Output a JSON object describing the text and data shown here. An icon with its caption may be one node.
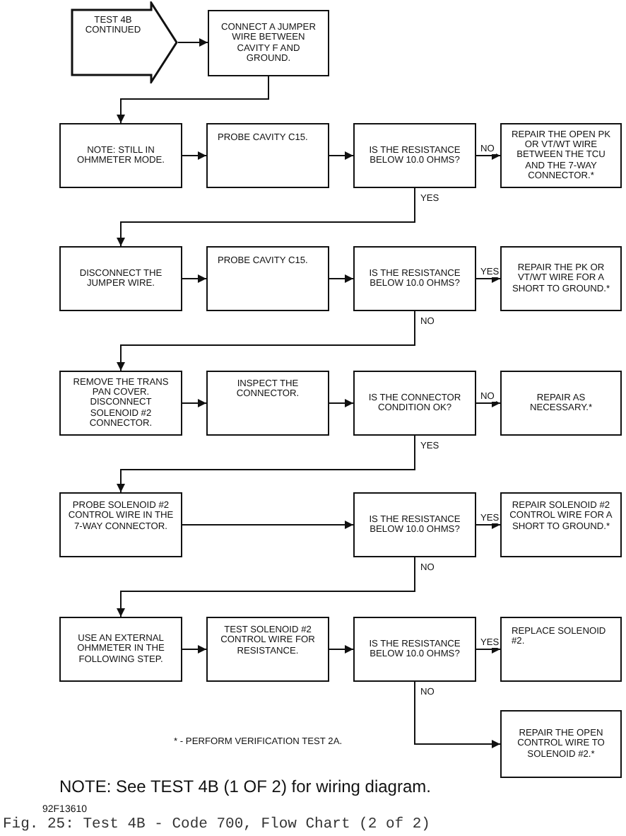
{
  "diagram": {
    "caption": "Fig. 25: Test 4B - Code 700, Flow Chart (2 of 2)",
    "nodes": [
      {
        "text": [
          "TEST 4B CONTINUED"
        ]
      },
      {
        "text": [
          "CONNECT A JUMPER WIRE BETWEEN CAVITY F AND GROUND."
        ]
      },
      {
        "text": [
          "NOTE: STILL IN OHMMETER MODE."
        ]
      },
      {
        "text": [
          "PROBE CAVITY C15."
        ]
      },
      {
        "text": [
          "IS THE RESISTANCE BELOW 10.0 OHMS?"
        ]
      },
      {
        "text": [
          "REPAIR THE OPEN PK OR VT/WT WIRE BETWEEN THE TCU AND THE 7-WAY CONNECTOR.*"
        ]
      },
      {
        "text": [
          "DISCONNECT THE JUMPER WIRE."
        ]
      },
      {
        "text": [
          "PROBE CAVITY C15."
        ]
      },
      {
        "text": [
          "IS THE RESISTANCE BELOW 10.0 OHMS?"
        ]
      },
      {
        "text": [
          "REPAIR THE PK OR VT/WT WIRE FOR A SHORT TO GROUND.*"
        ]
      },
      {
        "text": [
          "REMOVE THE TRANS PAN COVER.",
          "DISCONNECT SOLENOID #2 CONNECTOR."
        ]
      },
      {
        "text": [
          "INSPECT THE CONNECTOR."
        ]
      },
      {
        "text": [
          "IS THE CONNECTOR CONDITION OK?"
        ]
      },
      {
        "text": [
          "REPAIR AS NECESSARY.*"
        ]
      },
      {
        "text": [
          "PROBE SOLENOID #2 CONTROL WIRE IN THE 7-WAY CONNECTOR."
        ]
      },
      {
        "text": [
          "IS THE RESISTANCE BELOW 10.0 OHMS?"
        ]
      },
      {
        "text": [
          "REPAIR SOLENOID #2 CONTROL WIRE FOR A SHORT TO GROUND.*"
        ]
      },
      {
        "text": [
          "USE AN EXTERNAL OHMMETER IN THE FOLLOWING STEP."
        ]
      },
      {
        "text": [
          "TEST SOLENOID #2 CONTROL WIRE FOR RESISTANCE."
        ]
      },
      {
        "text": [
          "IS THE RESISTANCE BELOW 10.0 OHMS?"
        ]
      },
      {
        "text": [
          "REPLACE SOLENOID #2."
        ]
      },
      {
        "text": [
          "REPAIR THE OPEN CONTROL WIRE TO SOLENOID #2.*"
        ]
      }
    ],
    "edges": [
      {
        "from": 0,
        "to": 1,
        "arrow": "to"
      },
      {
        "from": 1,
        "to": 2,
        "arrow": "to"
      },
      {
        "from": 2,
        "to": 3,
        "arrow": "to"
      },
      {
        "from": 3,
        "to": 4,
        "arrow": "to"
      },
      {
        "from": 4,
        "to": 5,
        "arrow": "to",
        "label": "NO"
      },
      {
        "from": 4,
        "to": 6,
        "arrow": "to",
        "label": "YES"
      },
      {
        "from": 6,
        "to": 7,
        "arrow": "to"
      },
      {
        "from": 7,
        "to": 8,
        "arrow": "to"
      },
      {
        "from": 8,
        "to": 9,
        "arrow": "to",
        "label": "YES"
      },
      {
        "from": 8,
        "to": 10,
        "arrow": "to",
        "label": "NO"
      },
      {
        "from": 10,
        "to": 11,
        "arrow": "to"
      },
      {
        "from": 11,
        "to": 12,
        "arrow": "to"
      },
      {
        "from": 12,
        "to": 13,
        "arrow": "to",
        "label": "NO"
      },
      {
        "from": 12,
        "to": 14,
        "arrow": "to",
        "label": "YES"
      },
      {
        "from": 14,
        "to": 15,
        "arrow": "to"
      },
      {
        "from": 15,
        "to": 16,
        "arrow": "to",
        "label": "YES"
      },
      {
        "from": 15,
        "to": 17,
        "arrow": "to",
        "label": "NO"
      },
      {
        "from": 17,
        "to": 18,
        "arrow": "to"
      },
      {
        "from": 18,
        "to": 19,
        "arrow": "to"
      },
      {
        "from": 19,
        "to": 20,
        "arrow": "to",
        "label": "YES"
      },
      {
        "from": 19,
        "to": 21,
        "arrow": "to",
        "label": "NO"
      }
    ],
    "labels": [
      "* - PERFORM VERIFICATION TEST 2A.",
      "NOTE: See TEST 4B (1 OF 2) for wiring diagram.",
      "92F13610"
    ]
  }
}
